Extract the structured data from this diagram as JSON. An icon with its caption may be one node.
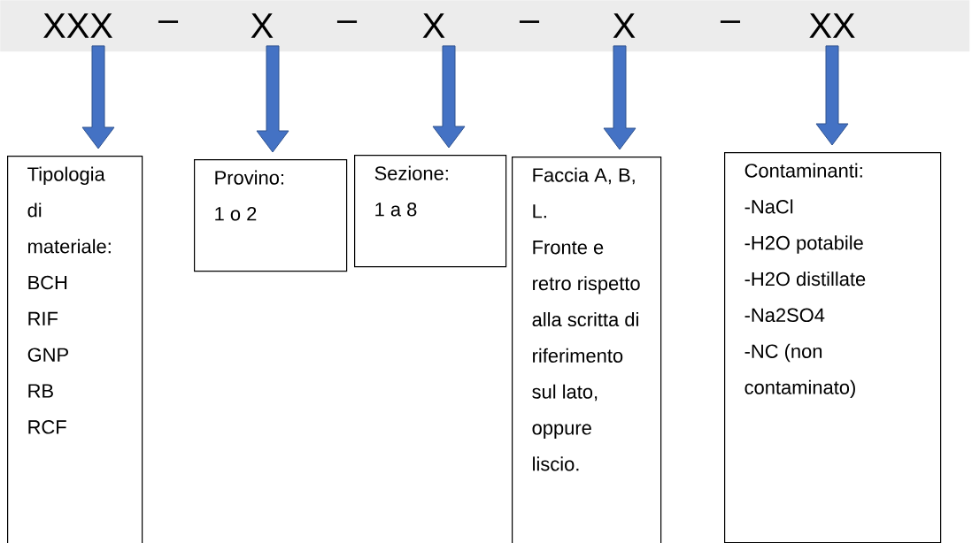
{
  "diagram": {
    "nodes": [
      {
        "text": [],
        "shape": "bar"
      },
      {
        "text": [
          "XXX"
        ],
        "in": 0
      },
      {
        "text": [
          "X"
        ],
        "in": 0
      },
      {
        "text": [
          "X"
        ],
        "in": 0
      },
      {
        "text": [
          "X"
        ],
        "in": 0
      },
      {
        "text": [
          "XX"
        ],
        "in": 0
      },
      {
        "text": [
          "Tipologia di materiale:",
          "BCH",
          "RIF",
          "GNP",
          "RB",
          "RCF"
        ]
      },
      {
        "text": [
          "Provino:",
          "1 o 2"
        ]
      },
      {
        "text": [
          "Sezione:",
          "1 a 8"
        ]
      },
      {
        "text": [
          "Faccia A, B, L.",
          "Fronte e retro rispetto alla scritta di riferimento sul lato, oppure liscio."
        ]
      },
      {
        "text": [
          "Contaminanti:",
          "-NaCl",
          "-H2O potabile",
          "-H2O distillate",
          "-Na2SO4",
          "-NC (non contaminato)"
        ]
      }
    ],
    "edges": [
      {
        "from": 1,
        "to": 6,
        "arrow": "to"
      },
      {
        "from": 2,
        "to": 7,
        "arrow": "to"
      },
      {
        "from": 3,
        "to": 8,
        "arrow": "to"
      },
      {
        "from": 4,
        "to": 9,
        "arrow": "to"
      },
      {
        "from": 5,
        "to": 10,
        "arrow": "to"
      }
    ],
    "labels": [
      "–",
      "–",
      "–",
      "–"
    ]
  }
}
